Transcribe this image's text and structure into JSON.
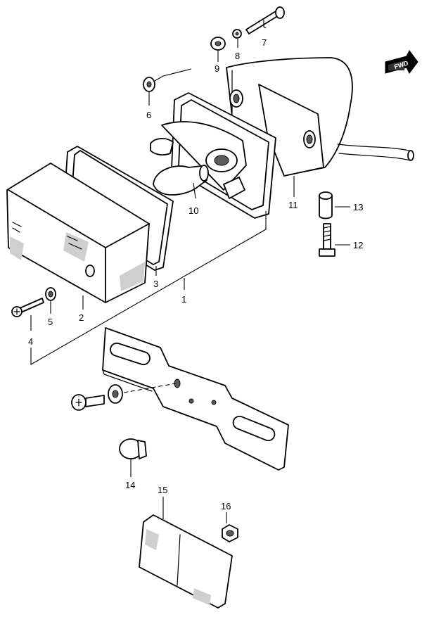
{
  "fwd_label": "FWD",
  "callouts": [
    "1",
    "2",
    "3",
    "4",
    "5",
    "6",
    "7",
    "8",
    "9",
    "10",
    "11",
    "12",
    "13",
    "14",
    "15",
    "16"
  ]
}
